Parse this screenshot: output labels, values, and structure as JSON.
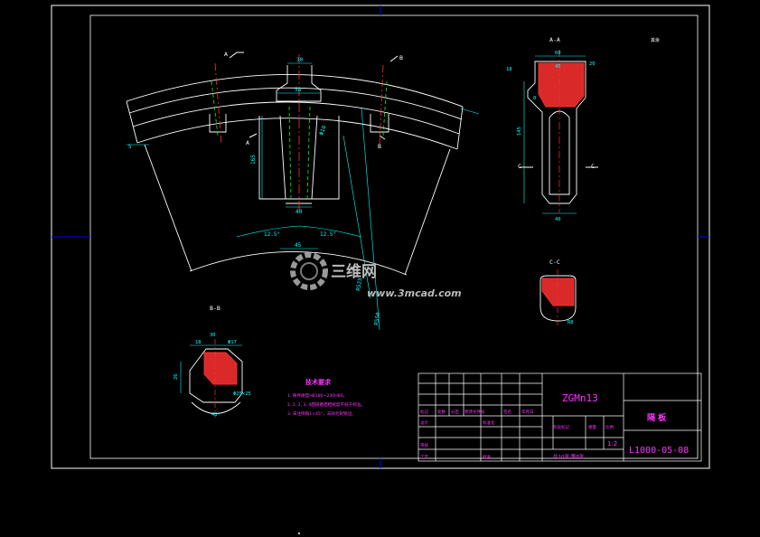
{
  "colors": {
    "frame": "#ffffff",
    "outline": "#ffffff",
    "dimension": "#00ffff",
    "center_line": "#ff3030",
    "hidden_line": "#00ff00",
    "section": "#ff3030",
    "notes": "#ff33ff",
    "title_text": "#ff33ff",
    "watermark": "#aaaaaa"
  },
  "section_labels": {
    "aa_title": "A-A",
    "bb_title": "B-B",
    "cc_title": "C-C",
    "cut_a_left": "A",
    "cut_a_left2": "A",
    "cut_b_right": "B",
    "cut_b_right2": "B",
    "cut_c_left": "C",
    "cut_c_right": "C",
    "roughness": "其余"
  },
  "main_dims": {
    "d_top": "30",
    "d_neck": "58",
    "d_slot": "165",
    "d_slot_w": "40",
    "d_bottom": "45",
    "d_angle_l": "12.5°",
    "d_angle_r": "12.5°",
    "d_left": "5",
    "d_r1": "R523",
    "d_r2": "R550",
    "d_phi": "Φ10",
    "d_bb": "B"
  },
  "aa_dims": {
    "w_top": "60",
    "w_sub": "45",
    "h_total": "145",
    "w_bot": "40",
    "w_mid": "8",
    "d_a": "18",
    "d_b": "20"
  },
  "bb_dims": {
    "d1": "18",
    "d2": "30",
    "d3": "Φ17",
    "d4": "Φ25×25",
    "d5": "48°",
    "d6": "26"
  },
  "cc_dims": {
    "d1": "R8"
  },
  "notes": {
    "title": "技术要求",
    "items": [
      "1. 铸件硬度HB180~230HBS。",
      "2. 1, 2, 3, 4面研磨面粗糙度不低于标准。",
      "3. 未注倒角1×45°，去除毛刺锐边。"
    ]
  },
  "title_block": {
    "material": "ZGMn13",
    "part_name": "隔  板",
    "drawing_no": "L1000-05-08",
    "scale": "1:2",
    "sheet_info": "共10张  第8张",
    "row_labels": [
      "标记",
      "处数",
      "分区",
      "更改文件号",
      "签名",
      "年月日"
    ],
    "designer": "设计",
    "standardize": "标准化",
    "stage_mark": "阶段标记",
    "weight": "重量",
    "ratio": "比例",
    "review": "审核",
    "process": "工艺",
    "approve": "批准"
  },
  "watermark": {
    "brand": "三维网",
    "url": "www.3mcad.com"
  }
}
